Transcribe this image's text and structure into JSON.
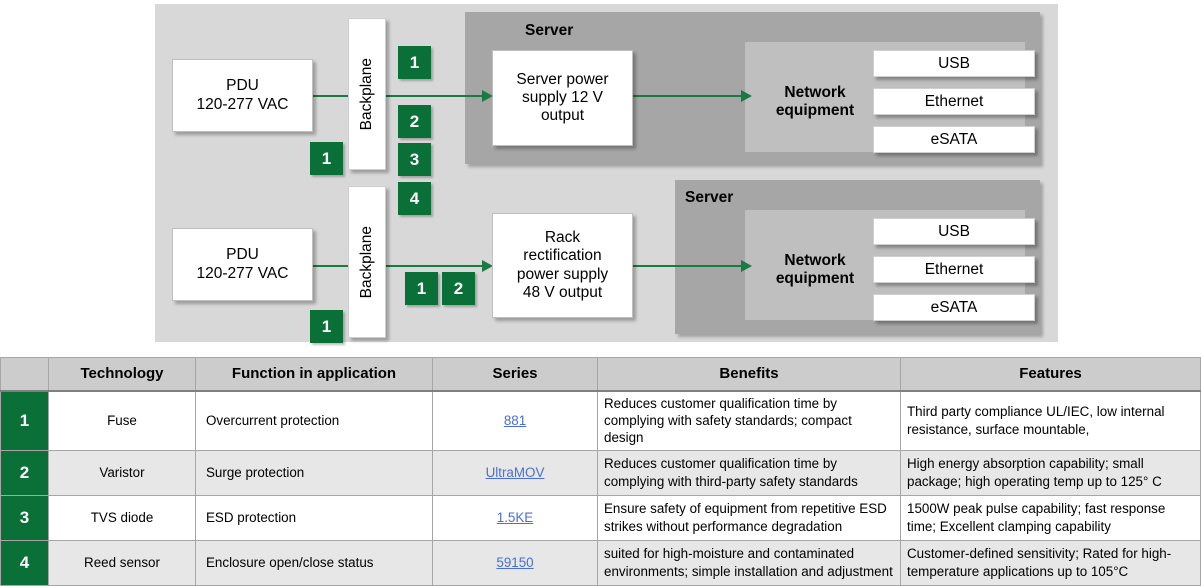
{
  "diagram": {
    "pdu_top": "PDU\n120-277 VAC",
    "pdu_top_line1": "PDU",
    "pdu_top_line2": "120-277 VAC",
    "pdu_bottom_line1": "PDU",
    "pdu_bottom_line2": "120-277 VAC",
    "backplane_label": "Backplane",
    "psu_top_line1": "Server power",
    "psu_top_line2": "supply 12 V",
    "psu_top_line3": "output",
    "psu_bottom_line1": "Rack",
    "psu_bottom_line2": "rectification",
    "psu_bottom_line3": "power supply",
    "psu_bottom_line4": "48 V output",
    "server_title": "Server",
    "network_equipment_line1": "Network",
    "network_equipment_line2": "equipment",
    "ports": [
      "USB",
      "Ethernet",
      "eSATA"
    ],
    "badges": {
      "pdu_top_out": "1",
      "bp_top_1": "1",
      "bp_top_2": "2",
      "bp_top_3": "3",
      "bp_top_4": "4",
      "pdu_bottom_out": "1",
      "bp_bottom_1": "1",
      "bp_bottom_2": "2"
    },
    "colors": {
      "accent_green": "#0a7038",
      "connector_green": "#1a7a44",
      "panel_bg": "#d8d8d8",
      "server_bg": "#a6a6a6",
      "network_panel_bg": "#bfbfbf"
    }
  },
  "table": {
    "headers": [
      "",
      "Technology",
      "Function in application",
      "Series",
      "Benefits",
      "Features"
    ],
    "rows": [
      {
        "index": "1",
        "technology": "Fuse",
        "function": "Overcurrent protection",
        "series": "881",
        "benefits": "Reduces customer qualification time by complying with safety standards; compact design",
        "features": "Third party compliance UL/IEC, low internal resistance, surface mountable,"
      },
      {
        "index": "2",
        "technology": "Varistor",
        "function": "Surge protection",
        "series": "UltraMOV",
        "benefits": "Reduces customer qualification time by complying with third-party safety standards",
        "features": "High energy absorption capability; small package; high operating temp up to 125° C"
      },
      {
        "index": "3",
        "technology": "TVS diode",
        "function": "ESD protection",
        "series": "1.5KE",
        "benefits": "Ensure safety of equipment from repetitive ESD strikes  without performance degradation",
        "features": "1500W peak pulse capability; fast response time; Excellent clamping capability"
      },
      {
        "index": "4",
        "technology": "Reed sensor",
        "function": "Enclosure open/close status",
        "series": "59150",
        "benefits": "suited for high-moisture and contaminated environments; simple installation and adjustment",
        "features": "Customer-defined sensitivity; Rated for high-temperature applications up to 105°C"
      }
    ]
  }
}
